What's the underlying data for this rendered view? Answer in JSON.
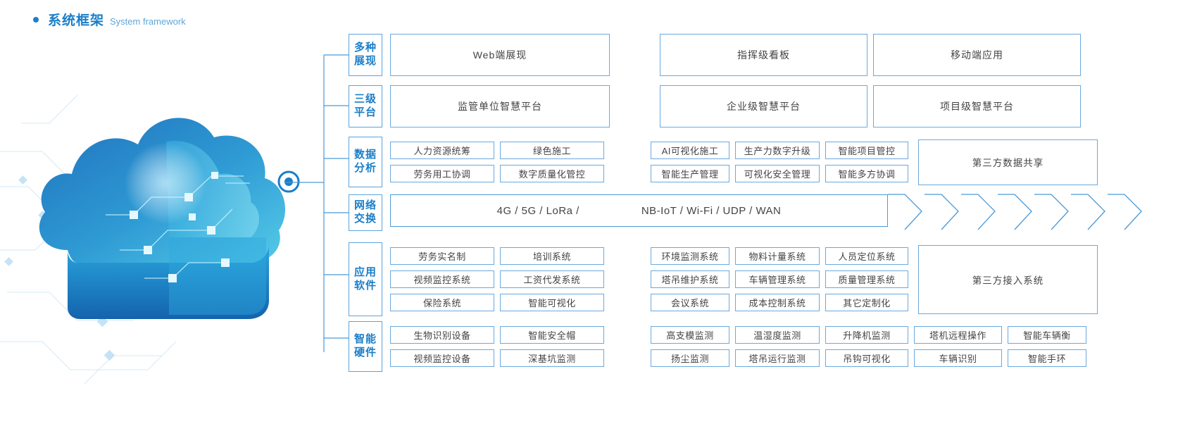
{
  "header": {
    "title_cn": "系统框架",
    "title_en": "System framework",
    "bullet_color": "#1c7fd1",
    "accent": "#1a7ec9"
  },
  "rows": [
    {
      "label": "多种展现",
      "label_lines": [
        "多种",
        "展现"
      ],
      "type": "big3",
      "boxes": [
        "Web端展现",
        "指挥级看板",
        "移动端应用"
      ]
    },
    {
      "label": "三级平台",
      "label_lines": [
        "三级",
        "平台"
      ],
      "type": "big3",
      "boxes": [
        "监管单位智慧平台",
        "企业级智慧平台",
        "项目级智慧平台"
      ]
    },
    {
      "label": "数据分析",
      "label_lines": [
        "数据",
        "分析"
      ],
      "type": "cells",
      "left_group": [
        [
          "人力资源统筹",
          "绿色施工"
        ],
        [
          "劳务用工协调",
          "数字质量化管控"
        ]
      ],
      "right_group": [
        [
          "AI可视化施工",
          "生产力数字升级",
          "智能项目管控"
        ],
        [
          "智能生产管理",
          "可视化安全管理",
          "智能多方协调"
        ]
      ],
      "sidebox": "第三方数据共享"
    },
    {
      "label": "网络交换",
      "label_lines": [
        "网络",
        "交换"
      ],
      "type": "band",
      "band_text": [
        "4G / 5G / LoRa /",
        "NB-IoT / Wi-Fi / UDP / WAN"
      ],
      "arrow_count": 7
    },
    {
      "label": "应用软件",
      "label_lines": [
        "应用",
        "软件"
      ],
      "type": "cells",
      "left_group": [
        [
          "劳务实名制",
          "培训系统"
        ],
        [
          "视频监控系统",
          "工资代发系统"
        ],
        [
          "保险系统",
          "智能可视化"
        ]
      ],
      "right_group": [
        [
          "环境监测系统",
          "物料计量系统",
          "人员定位系统"
        ],
        [
          "塔吊维护系统",
          "车辆管理系统",
          "质量管理系统"
        ],
        [
          "会议系统",
          "成本控制系统",
          "其它定制化"
        ]
      ],
      "sidebox": "第三方接入系统"
    },
    {
      "label": "智能硬件",
      "label_lines": [
        "智能",
        "硬件"
      ],
      "type": "cells-wide",
      "left_group": [
        [
          "生物识别设备",
          "智能安全帽"
        ],
        [
          "视频监控设备",
          "深基坑监测"
        ]
      ],
      "right_group": [
        [
          "高支模监测",
          "温湿度监测",
          "升降机监测",
          "塔机远程操作",
          "智能车辆衡"
        ],
        [
          "扬尘监测",
          "塔吊运行监测",
          "吊钩可视化",
          "车辆识别",
          "智能手环"
        ]
      ]
    }
  ],
  "colors": {
    "box_border": "#6aa9de",
    "label_border": "#5ba3dd",
    "band_border": "#4a9ad8",
    "text": "#444444",
    "cloud_dark": "#1868b4",
    "cloud_light": "#4fc3e8"
  }
}
